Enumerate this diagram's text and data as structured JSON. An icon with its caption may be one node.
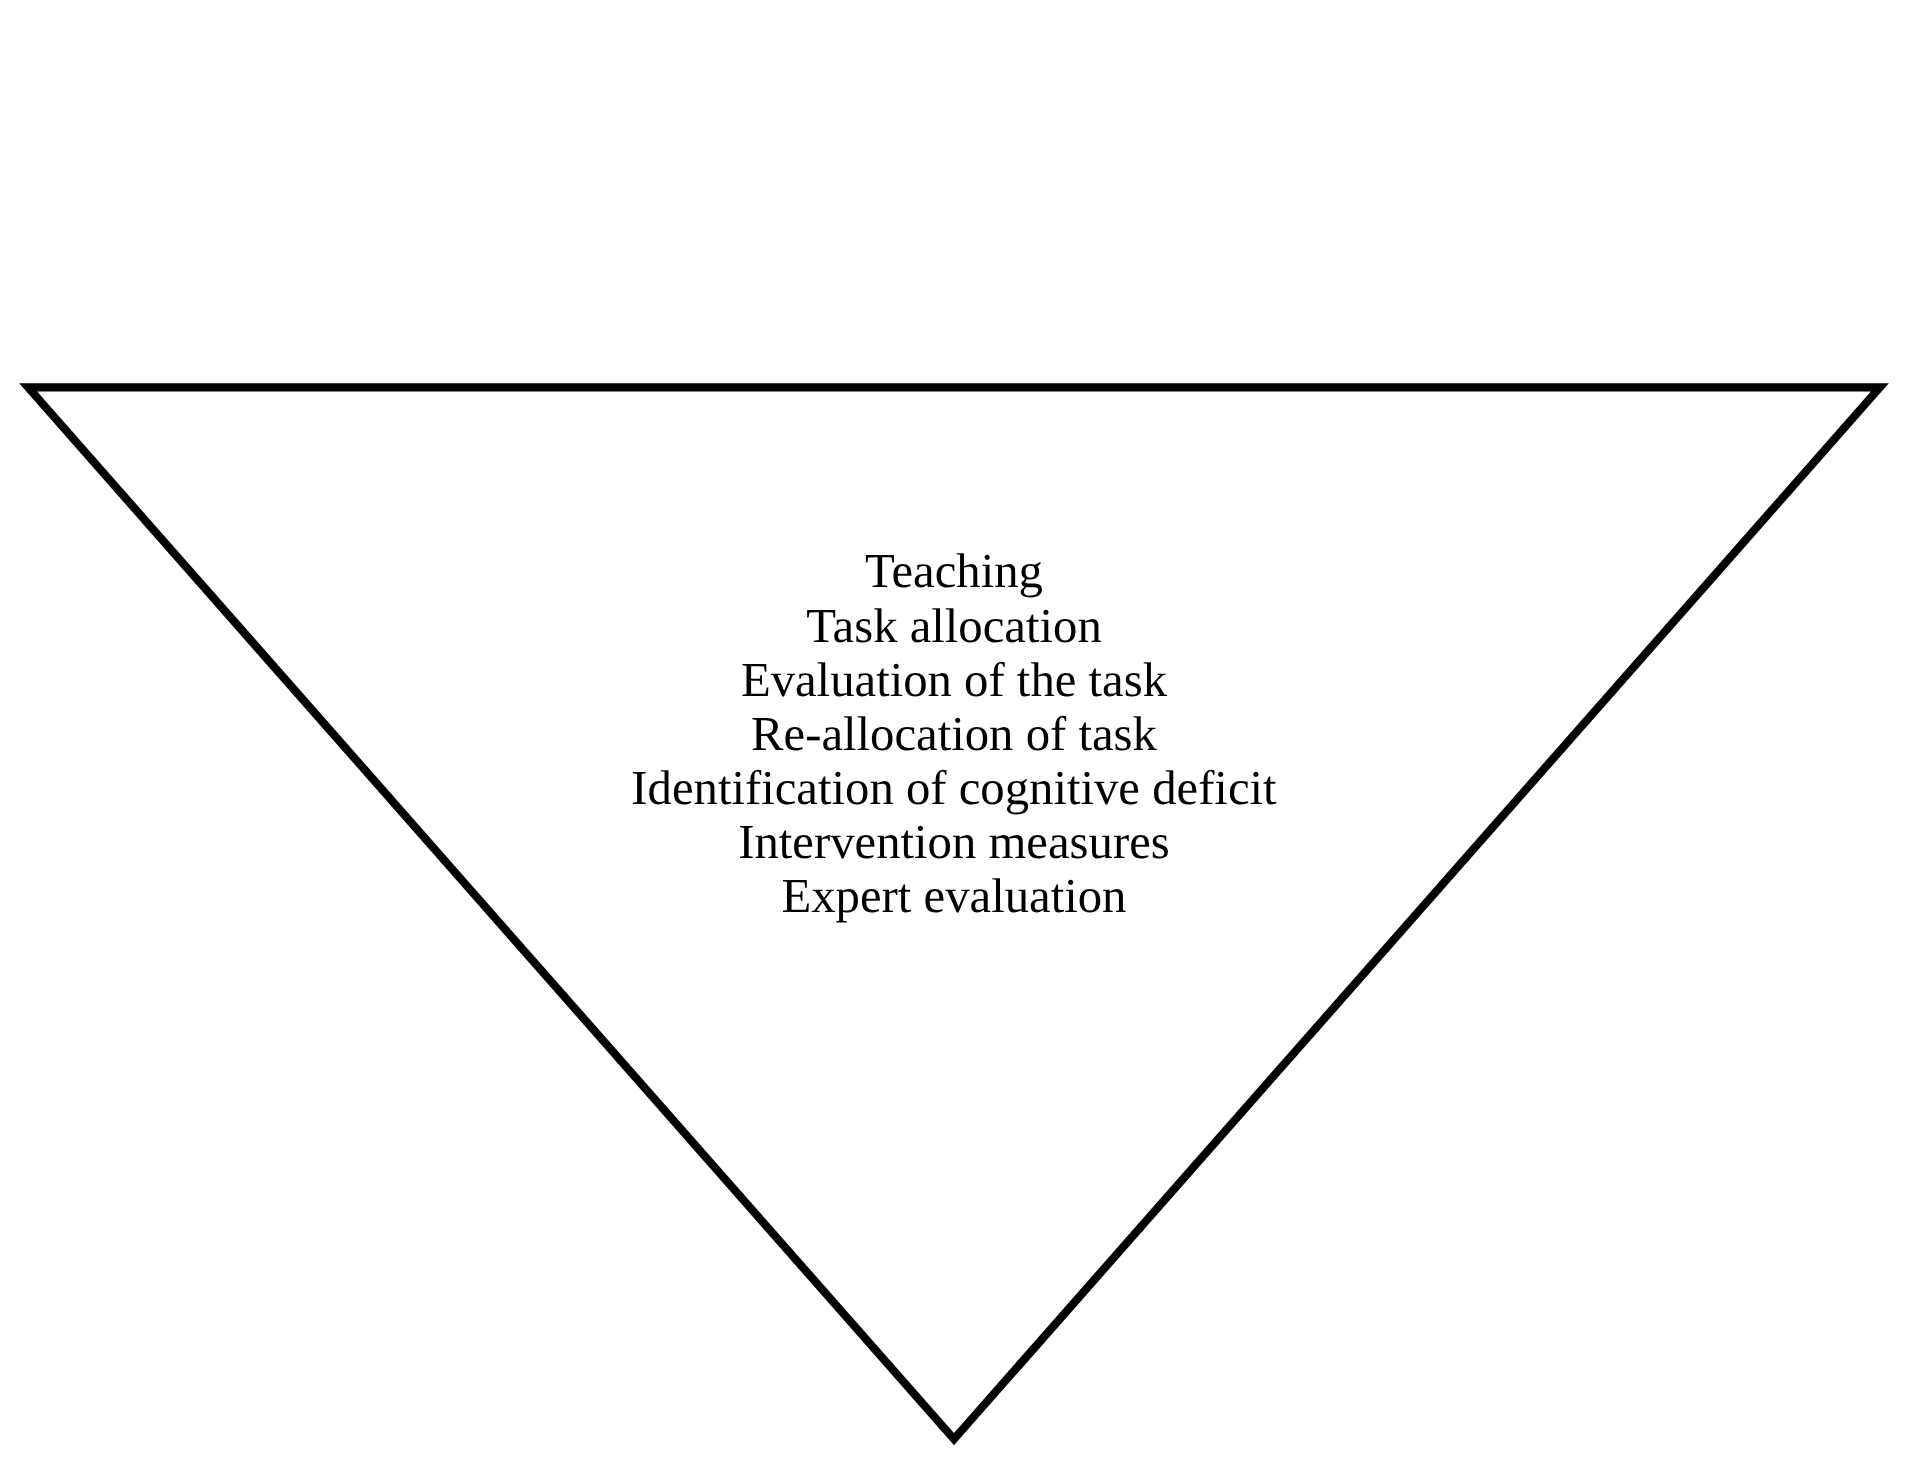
{
  "diagram": {
    "nodes": [
      {
        "text": [
          "Teaching",
          "Task allocation",
          "Evaluation of the task",
          "Re-allocation of task",
          "Identification of cognitive deficit",
          "Intervention measures",
          "Expert evaluation"
        ]
      }
    ],
    "edges": []
  }
}
